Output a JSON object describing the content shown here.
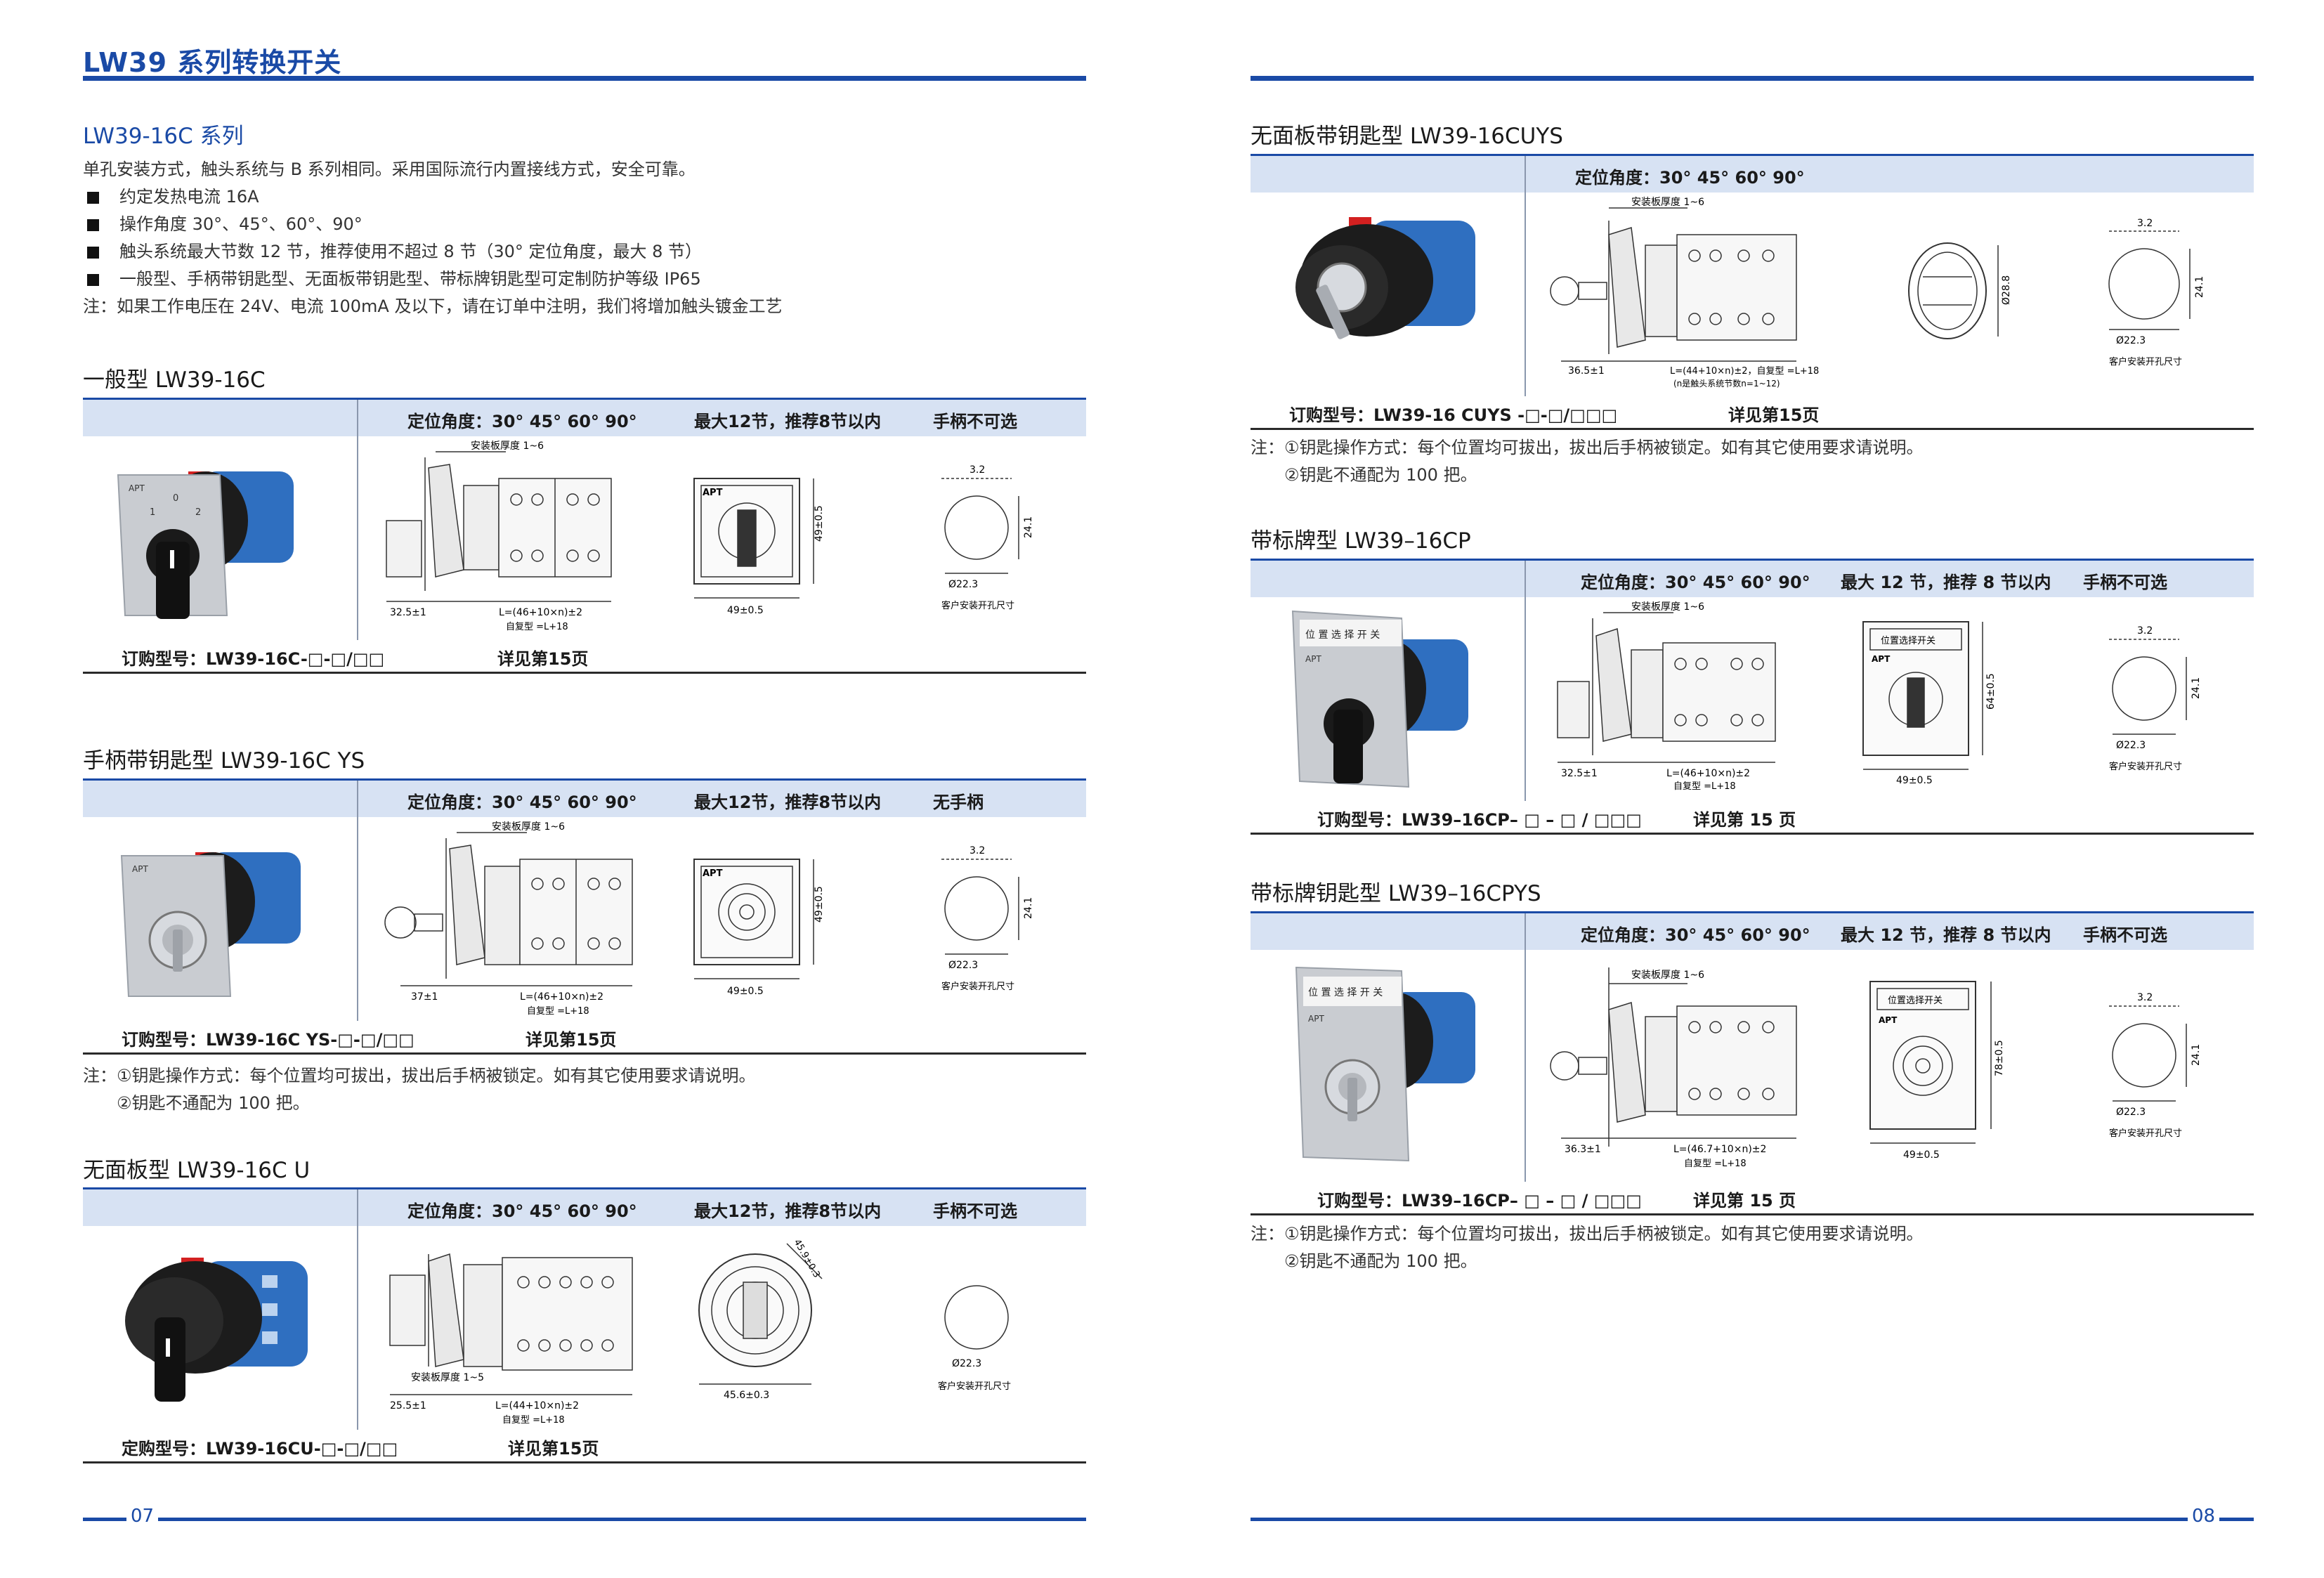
{
  "header": {
    "title": "LW39 系列转换开关"
  },
  "series": {
    "title": "LW39-16C 系列",
    "intro": "单孔安装方式，触头系统与 B 系列相同。采用国际流行内置接线方式，安全可靠。",
    "bullets": [
      "约定发热电流 16A",
      "操作角度 30°、45°、60°、90°",
      "触头系统最大节数 12 节，推荐使用不超过 8 节（30° 定位角度，最大 8 节）",
      "一般型、手柄带钥匙型、无面板带钥匙型、带标牌钥匙型可定制防护等级 IP65"
    ],
    "note": "注：如果工作电压在 24V、电流 100mA 及以下，请在订单中注明，我们将增加触头镀金工艺"
  },
  "sections": {
    "general": {
      "title": "一般型 LW39-16C",
      "spec_angle": "定位角度：30° 45° 60° 90°",
      "spec_max": "最大12节，推荐8节以内",
      "spec_handle": "手柄不可选",
      "order": "订购型号：LW39-16C-□-□/□□",
      "ref": "详见第15页",
      "dims": {
        "plate": "安装板厚度 1~6",
        "l1": "32.5±1",
        "l2": "L=(46+10×n)±2",
        "l3": "自复型 =L+18",
        "w": "49±0.5",
        "h": "49±0.5",
        "hole_top": "3.2",
        "hole_side": "24.1",
        "hole_d": "Ø22.3",
        "hole_cap": "客户安装开孔尺寸",
        "face_logo": "APT"
      }
    },
    "key_handle": {
      "title": "手柄带钥匙型 LW39-16C YS",
      "spec_angle": "定位角度：30° 45° 60° 90°",
      "spec_max": "最大12节，推荐8节以内",
      "spec_handle": "无手柄",
      "order": "订购型号：LW39-16C YS-□-□/□□",
      "ref": "详见第15页",
      "dims": {
        "plate": "安装板厚度 1~6",
        "l1": "37±1",
        "l2": "L=(46+10×n)±2",
        "l3": "自复型 =L+18",
        "w": "49±0.5",
        "h": "49±0.5",
        "hole_top": "3.2",
        "hole_side": "24.1",
        "hole_d": "Ø22.3",
        "hole_cap": "客户安装开孔尺寸",
        "face_logo": "APT"
      }
    },
    "no_panel": {
      "title": "无面板型 LW39-16C U",
      "spec_angle": "定位角度：30° 45° 60° 90°",
      "spec_max": "最大12节，推荐8节以内",
      "spec_handle": "手柄不可选",
      "order": "定购型号：LW39-16CU-□-□/□□",
      "ref": "详见第15页",
      "dims": {
        "plate": "安装板厚度 1~5",
        "l1": "25.5±1",
        "l2": "L=(44+10×n)±2",
        "l3": "自复型 =L+18",
        "w": "45.6±0.3",
        "diag": "45.9±0.3",
        "hole_d": "Ø22.3",
        "hole_cap": "客户安装开孔尺寸"
      }
    },
    "no_panel_key": {
      "title": "无面板带钥匙型 LW39-16CUYS",
      "spec_angle": "定位角度：30° 45° 60° 90°",
      "order": "订购型号：LW39-16 CUYS -□-□/□□□",
      "ref": "详见第15页",
      "dims": {
        "plate": "安装板厚度 1~6",
        "l1": "36.5±1",
        "l2": "L=(44+10×n)±2，自复型 =L+18",
        "l3": "(n是触头系统节数n=1~12)",
        "d": "Ø28.8",
        "hole_top": "3.2",
        "hole_side": "24.1",
        "hole_d": "Ø22.3",
        "hole_cap": "客户安装开孔尺寸"
      }
    },
    "plate": {
      "title": "带标牌型 LW39–16CP",
      "spec_angle": "定位角度：30°  45°  60°  90°",
      "spec_max": "最大 12 节，推荐 8 节以内",
      "spec_handle": "手柄不可选",
      "order": "订购型号：LW39–16CP– □ – □ / □□□",
      "ref": "详见第 15 页",
      "dims": {
        "plate": "安装板厚度 1~6",
        "l1": "32.5±1",
        "l2": "L=(46+10×n)±2",
        "l3": "自复型 =L+18",
        "w": "49±0.5",
        "h": "64±0.5",
        "hole_top": "3.2",
        "hole_side": "24.1",
        "hole_d": "Ø22.3",
        "hole_cap": "客户安装开孔尺寸",
        "face_label": "位置选择开关",
        "face_logo": "APT"
      }
    },
    "plate_key": {
      "title": "带标牌钥匙型 LW39–16CPYS",
      "spec_angle": "定位角度：30°  45°  60°  90°",
      "spec_max": "最大 12 节，推荐 8 节以内",
      "spec_handle": "手柄不可选",
      "order": "订购型号：LW39–16CP– □ – □ / □□□",
      "ref": "详见第 15 页",
      "dims": {
        "plate": "安装板厚度 1~6",
        "l1": "36.3±1",
        "l2": "L=(46.7+10×n)±2",
        "l3": "自复型 =L+18",
        "w": "49±0.5",
        "h": "78±0.5",
        "hole_top": "3.2",
        "hole_side": "24.1",
        "hole_d": "Ø22.3",
        "hole_cap": "客户安装开孔尺寸",
        "face_label": "位置选择开关",
        "face_logo": "APT"
      }
    }
  },
  "key_notes": {
    "line1": "注：①钥匙操作方式：每个位置均可拔出，拔出后手柄被锁定。如有其它使用要求请说明。",
    "line2": "②钥匙不通配为 100 把。"
  },
  "footer": {
    "left_page": "07",
    "right_page": "08"
  },
  "colors": {
    "accent": "#1a4aa6",
    "spec_bar": "#d7e2f3",
    "switch_blue": "#2f6fc0",
    "handle_red": "#d32020"
  }
}
